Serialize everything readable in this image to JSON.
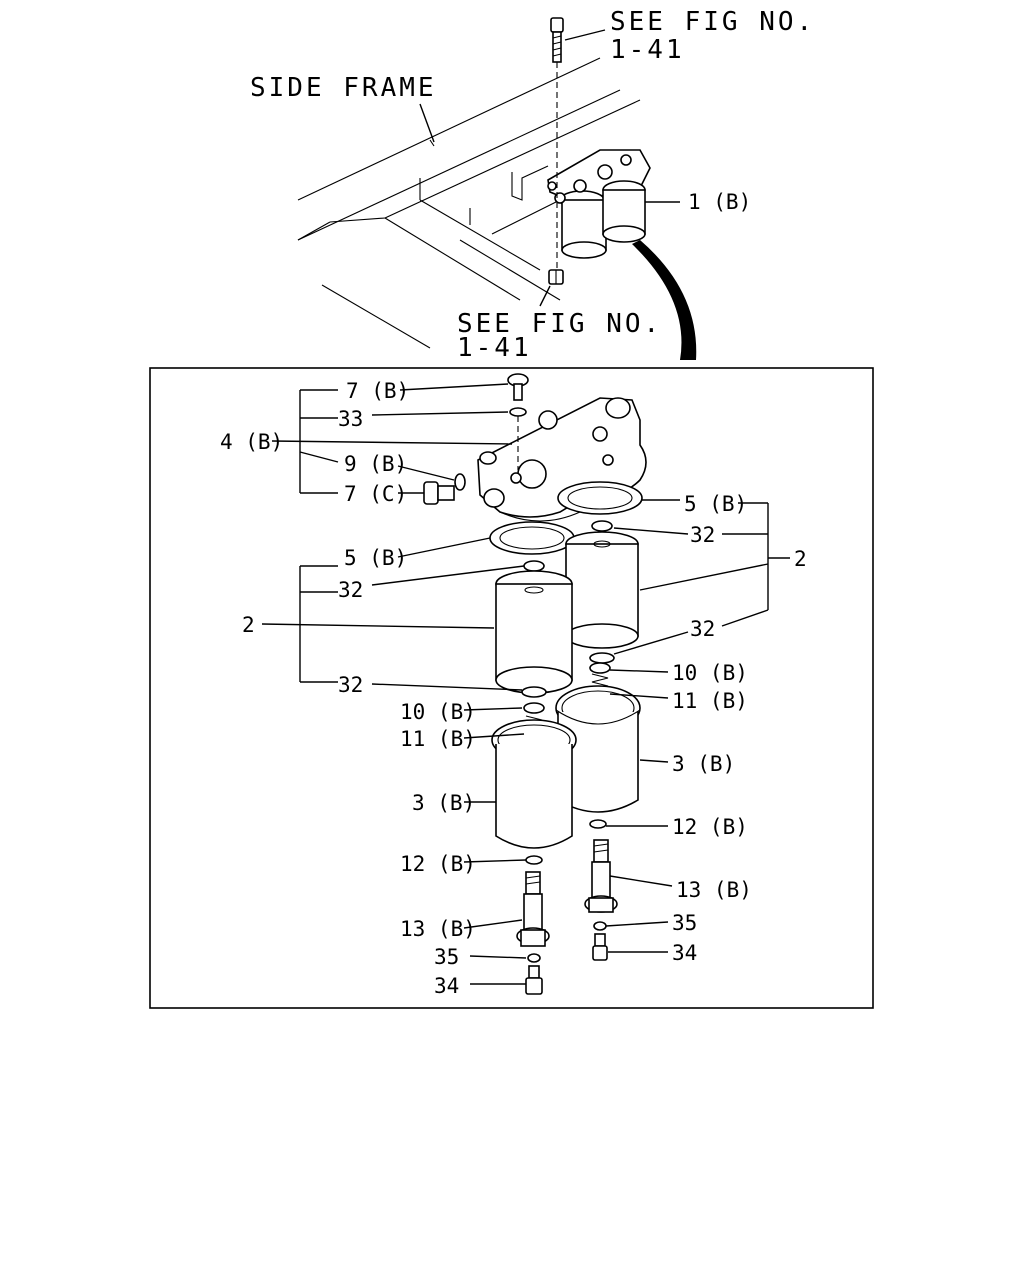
{
  "top": {
    "see_fig_top_1": "SEE FIG NO.",
    "see_fig_top_2": "1-41",
    "side_frame": "SIDE FRAME",
    "part_1b": "1 (B)",
    "see_fig_bottom_1": "SEE FIG NO.",
    "see_fig_bottom_2": "1-41"
  },
  "callouts": {
    "c7b": "7 (B)",
    "c33": "33",
    "c4b": "4 (B)",
    "c9b": "9 (B)",
    "c7c": "7 (C)",
    "c5b_right": "5 (B)",
    "c32_r1": "32",
    "c2_right": "2",
    "c5b_left": "5 (B)",
    "c32_l1": "32",
    "c2_left": "2",
    "c32_r2": "32",
    "c10b_right": "10 (B)",
    "c32_l2": "32",
    "c11b_right": "11 (B)",
    "c10b_left": "10 (B)",
    "c11b_left": "11 (B)",
    "c3b_right": "3 (B)",
    "c3b_left": "3 (B)",
    "c12b_right": "12 (B)",
    "c12b_left": "12 (B)",
    "c13b_right": "13 (B)",
    "c35_right": "35",
    "c13b_left": "13 (B)",
    "c34_right": "34",
    "c35_left": "35",
    "c34_left": "34"
  }
}
